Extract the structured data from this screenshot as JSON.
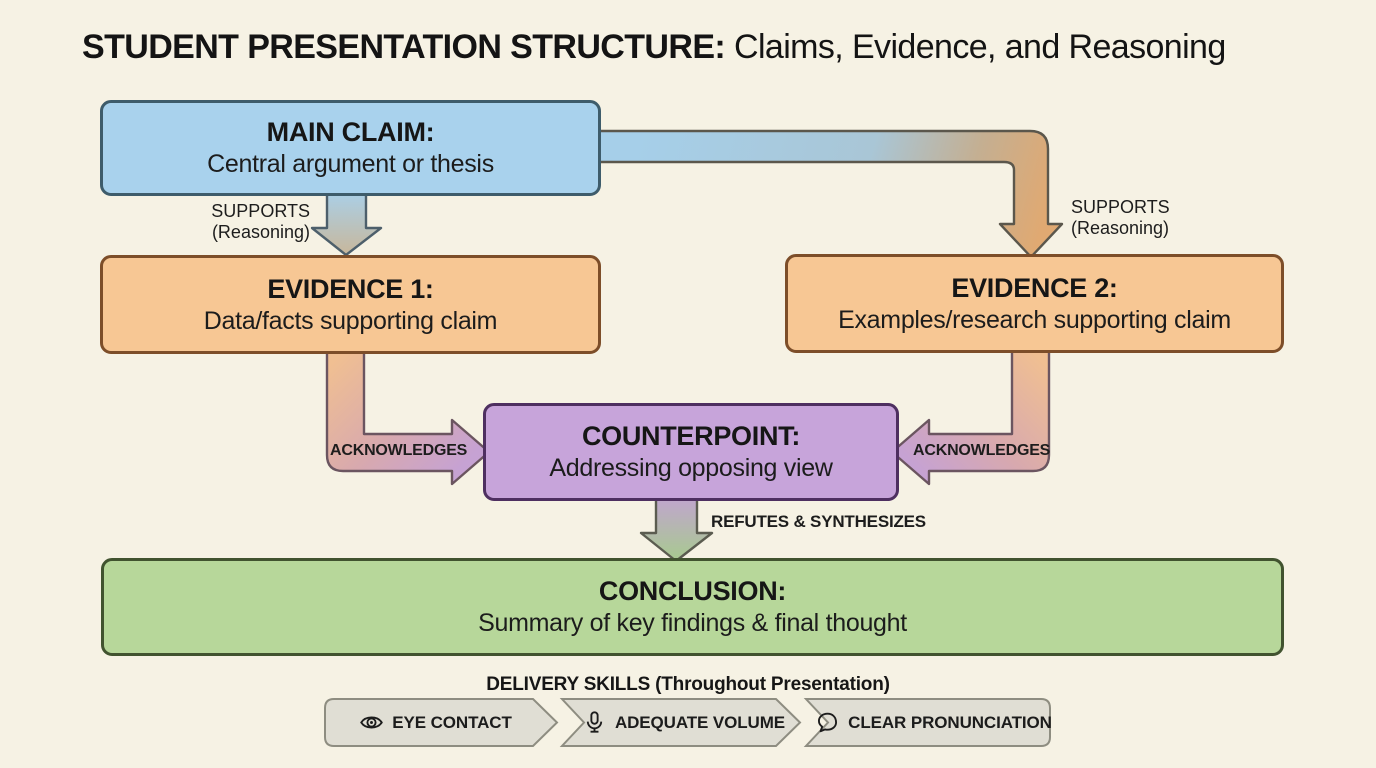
{
  "title": {
    "bold": "STUDENT PRESENTATION STRUCTURE:",
    "regular": " Claims, Evidence, and Reasoning"
  },
  "nodes": {
    "main_claim": {
      "heading": "MAIN CLAIM:",
      "subtitle": "Central argument or thesis"
    },
    "evidence1": {
      "heading": "EVIDENCE 1:",
      "subtitle": "Data/facts supporting claim"
    },
    "evidence2": {
      "heading": "EVIDENCE 2:",
      "subtitle": "Examples/research supporting claim"
    },
    "counterpoint": {
      "heading": "COUNTERPOINT:",
      "subtitle": "Addressing opposing view"
    },
    "conclusion": {
      "heading": "CONCLUSION:",
      "subtitle": "Summary of key findings & final thought"
    }
  },
  "edge_labels": {
    "supports_left": {
      "line1": "SUPPORTS",
      "line2": "(Reasoning)"
    },
    "supports_right": {
      "line1": "SUPPORTS",
      "line2": "(Reasoning)"
    },
    "acknowledges_left": "ACKNOWLEDGES",
    "acknowledges_right": "ACKNOWLEDGES",
    "refutes": "REFUTES & SYNTHESIZES"
  },
  "delivery": {
    "heading": "DELIVERY SKILLS (Throughout Presentation)",
    "skills": [
      {
        "icon": "eye-icon",
        "label": "EYE CONTACT"
      },
      {
        "icon": "microphone-icon",
        "label": "ADEQUATE VOLUME"
      },
      {
        "icon": "speech-bubble-icon",
        "label": "CLEAR PRONUNCIATION"
      }
    ]
  },
  "colors": {
    "background": "#f6f2e4",
    "main_claim_fill": "#a9d2ed",
    "main_claim_border": "#3e5c6b",
    "evidence_fill": "#f7c794",
    "evidence_border": "#7d4e29",
    "counterpoint_fill": "#c7a4da",
    "counterpoint_border": "#4e2f60",
    "conclusion_fill": "#b7d79a",
    "conclusion_border": "#41532f",
    "skill_chip_fill": "#e0ded4",
    "skill_chip_border": "#8e8d81"
  }
}
